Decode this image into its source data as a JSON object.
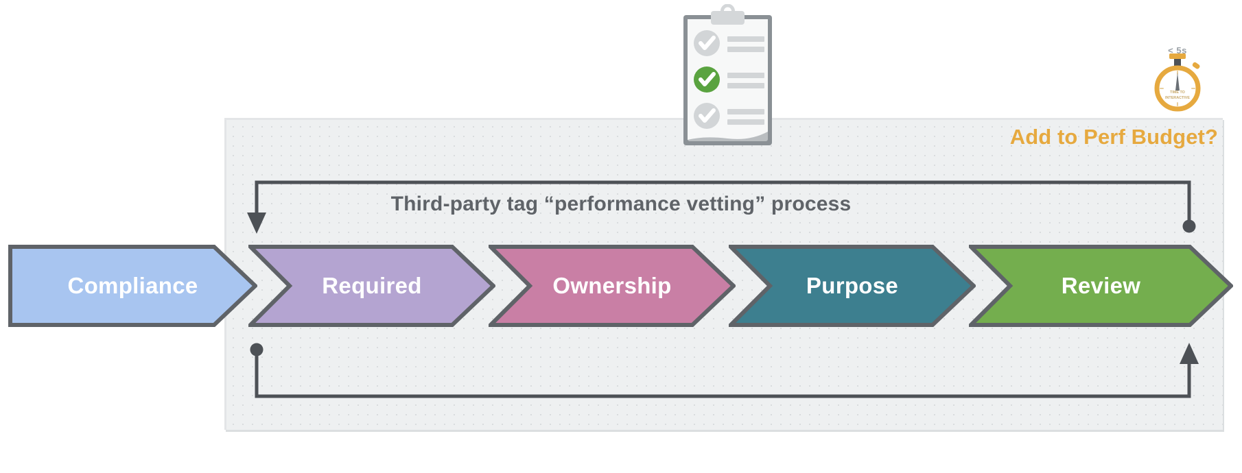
{
  "panel": {
    "heading": "Add to Perf Budget?",
    "heading_color": "#e6a93f",
    "background_color": "#eef0f1"
  },
  "process": {
    "title": "Third-party tag “performance vetting” process",
    "title_color": "#5f6368"
  },
  "stages": [
    {
      "label": "Compliance",
      "fill": "#a8c5f0",
      "stroke": "#5f6368",
      "text_color": "#ffffff",
      "shape": "flat-left-arrow"
    },
    {
      "label": "Required",
      "fill": "#b4a4d1",
      "stroke": "#5f6368",
      "text_color": "#ffffff",
      "shape": "chevron"
    },
    {
      "label": "Ownership",
      "fill": "#c97fa5",
      "stroke": "#5f6368",
      "text_color": "#ffffff",
      "shape": "chevron"
    },
    {
      "label": "Purpose",
      "fill": "#3d7f8f",
      "stroke": "#5f6368",
      "text_color": "#ffffff",
      "shape": "chevron"
    },
    {
      "label": "Review",
      "fill": "#74ae4e",
      "stroke": "#5f6368",
      "text_color": "#ffffff",
      "shape": "chevron"
    }
  ],
  "loops": {
    "stroke_color": "#4d5156",
    "top": {
      "start": "dot-right",
      "end": "arrow-down-left"
    },
    "bottom": {
      "start": "dot-left",
      "end": "arrow-up-right"
    }
  },
  "clipboard": {
    "icon": "clipboard-checklist-icon",
    "checks": [
      {
        "state": "muted",
        "color": "#d2d5d7"
      },
      {
        "state": "completed",
        "color": "#5aa340"
      },
      {
        "state": "muted",
        "color": "#d2d5d7"
      }
    ],
    "line_color": "#d2d5d7",
    "board_color": "#8a9095",
    "paper_color": "#f7f8f8"
  },
  "stopwatch": {
    "icon": "stopwatch-icon",
    "label": "< 5s",
    "face_text_line1": "TIME TO",
    "face_text_line2": "INTERACTIVE",
    "color": "#e6a93f",
    "label_color": "#9aa0a6"
  }
}
